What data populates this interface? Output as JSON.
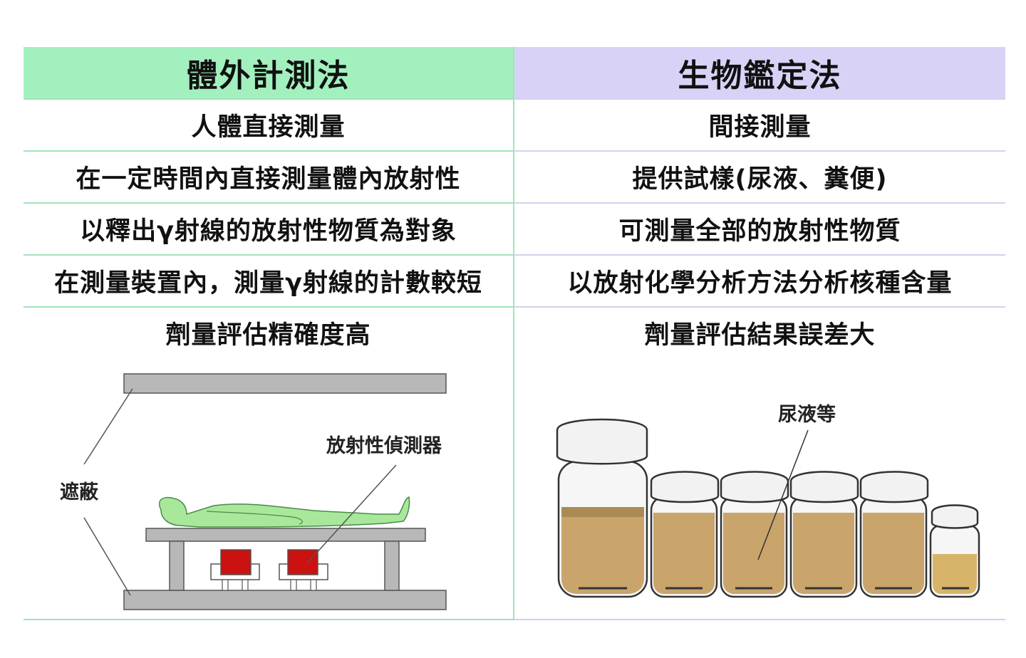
{
  "left": {
    "header": "體外計測法",
    "rows": [
      "人體直接測量",
      "在一定時間內直接測量體內放射性",
      "以釋出γ射線的放射性物質為對象",
      "在測量裝置內，測量γ射線的計數較短",
      "劑量評估精確度高"
    ],
    "labels": {
      "shield": "遮蔽",
      "detector": "放射性偵測器"
    }
  },
  "right": {
    "header": "生物鑑定法",
    "rows": [
      "間接測量",
      "提供試樣(尿液、糞便)",
      "可測量全部的放射性物質",
      "以放射化學分析方法分析核種含量",
      "劑量評估結果誤差大"
    ],
    "labels": {
      "sample": "尿液等"
    }
  },
  "colors": {
    "left_header_bg": "#a3f0bf",
    "right_header_bg": "#d9d2f7",
    "detector_red": "#cc1111",
    "body_green": "#a9e89a",
    "liquid": "#c9a46b"
  }
}
